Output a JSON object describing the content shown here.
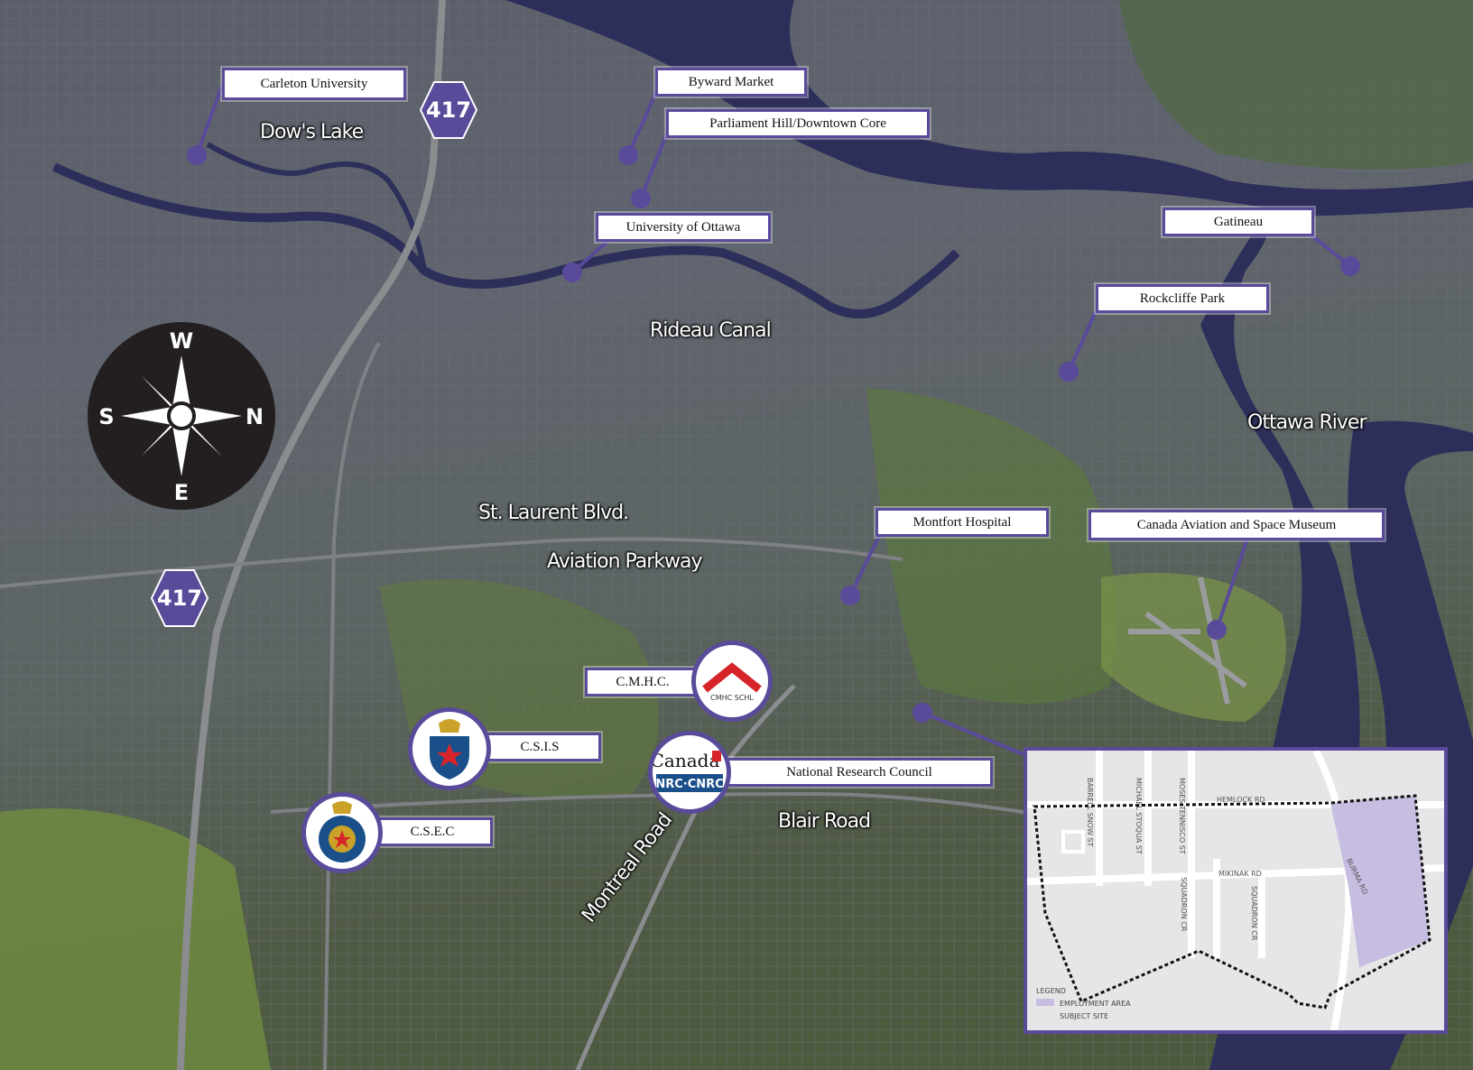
{
  "callouts": [
    {
      "id": "carleton",
      "label": "Carleton University"
    },
    {
      "id": "byward",
      "label": "Byward Market"
    },
    {
      "id": "parliament",
      "label": "Parliament Hill/Downtown Core"
    },
    {
      "id": "uottawa",
      "label": "University of Ottawa"
    },
    {
      "id": "gatineau",
      "label": "Gatineau"
    },
    {
      "id": "rockcliffe",
      "label": "Rockcliffe Park"
    },
    {
      "id": "montfort",
      "label": "Montfort Hospital"
    },
    {
      "id": "aviation_museum",
      "label": "Canada Aviation and Space Museum"
    },
    {
      "id": "cmhc",
      "label": "C.M.H.C."
    },
    {
      "id": "csis",
      "label": "C.S.I.S"
    },
    {
      "id": "nrc",
      "label": "National Research Council"
    },
    {
      "id": "csec",
      "label": "C.S.E.C"
    }
  ],
  "place_labels": {
    "dows_lake": "Dow's Lake",
    "rideau_canal": "Rideau Canal",
    "ottawa_river": "Ottawa River",
    "st_laurent": "St. Laurent Blvd.",
    "aviation_parkway": "Aviation Parkway",
    "blair_road": "Blair Road",
    "montreal_road": "Montreal Road"
  },
  "highway_shields": {
    "north": "417",
    "south": "417"
  },
  "compass": {
    "top": "W",
    "left": "S",
    "right": "N",
    "bottom": "E"
  },
  "logos": {
    "cmhc": "CMHC SCHL",
    "nrc_top": "Canada",
    "nrc_bottom": "NRC·CNRC"
  },
  "inset": {
    "streets": {
      "barrell": "BARRELL SNOW ST",
      "michael": "MICHAEL STOQUA ST",
      "moses": "MOSES TENNISCO ST",
      "hemlock": "HEMLOCK RD",
      "mikinak": "MIKINAK RD",
      "squadron1": "SQUADRON CR",
      "squadron2": "SQUADRON CR",
      "burma": "BURMA RD"
    },
    "legend_title": "LEGEND",
    "legend_employment": "EMPLOYMENT AREA",
    "legend_subject": "SUBJECT SITE"
  },
  "colors": {
    "accent": "#5a4a9a",
    "river": "#2d2f5a",
    "employment_area": "#c7bde0"
  }
}
